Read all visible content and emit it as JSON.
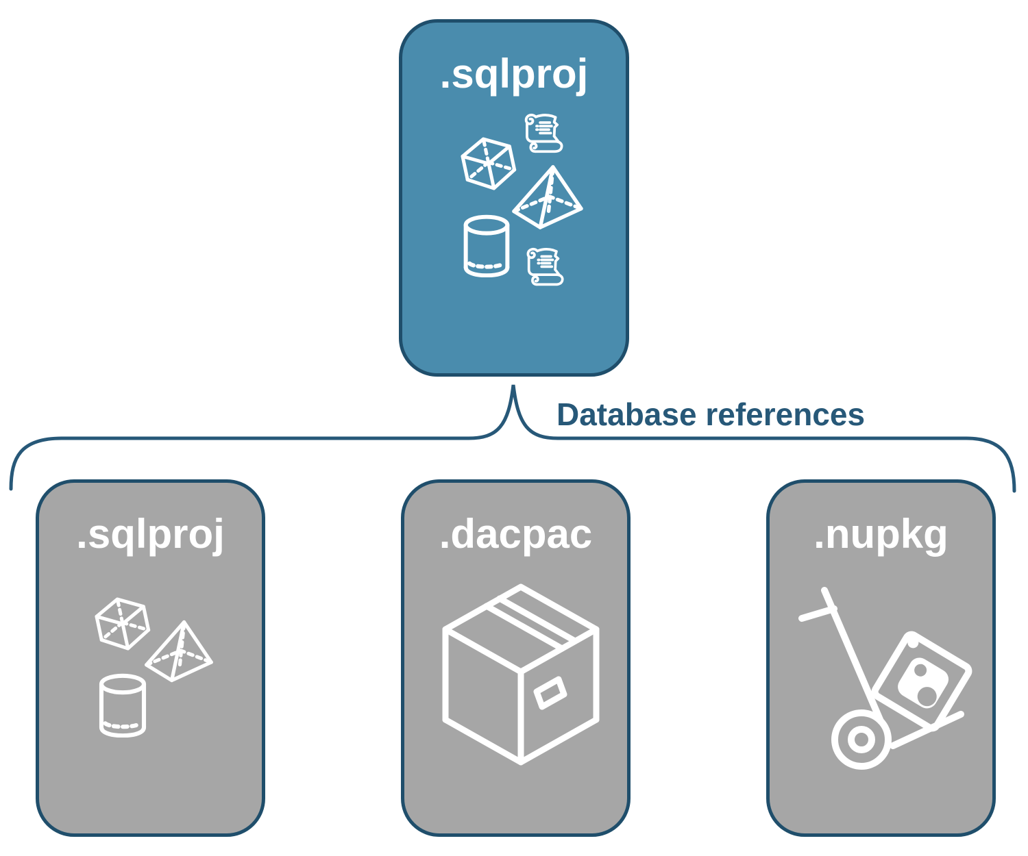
{
  "diagram": {
    "connector_label": "Database references",
    "root_box": {
      "label": ".sqlproj",
      "icons": [
        "scroll-icon",
        "cube-icon",
        "pyramid-icon",
        "cylinder-icon",
        "scroll-icon"
      ]
    },
    "child_boxes": [
      {
        "label": ".sqlproj",
        "icons": [
          "cube-icon",
          "pyramid-icon",
          "cylinder-icon"
        ]
      },
      {
        "label": ".dacpac",
        "icons": [
          "package-box-icon"
        ]
      },
      {
        "label": ".nupkg",
        "icons": [
          "hand-truck-nuget-icon"
        ]
      }
    ],
    "colors": {
      "root_fill": "#4A8CAD",
      "child_fill": "#A6A6A6",
      "border": "#1F4E6B",
      "connector": "#275878",
      "icon_and_label": "#FFFFFF"
    }
  }
}
